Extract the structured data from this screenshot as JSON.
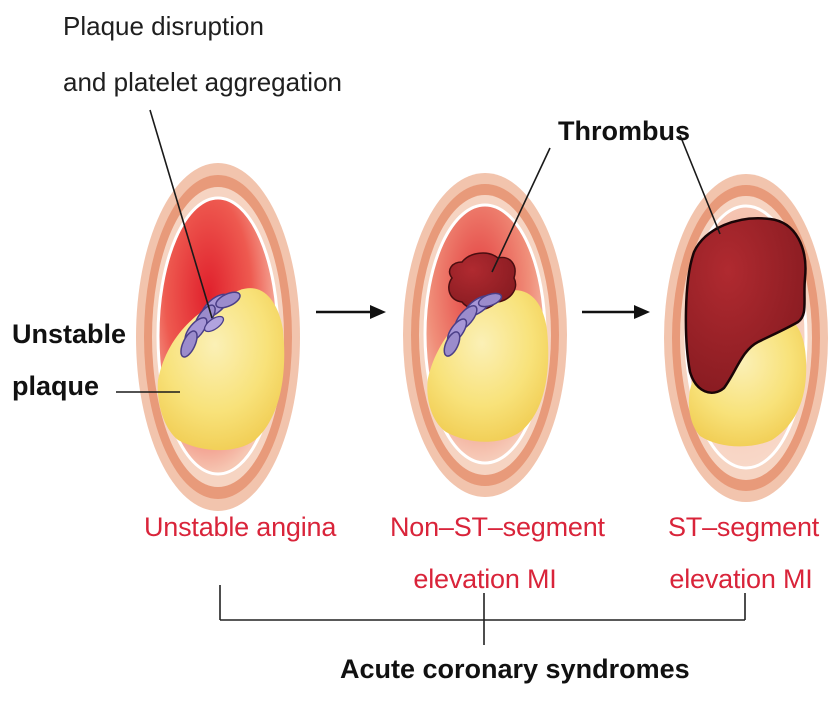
{
  "labels": {
    "plaque_disruption_line1": "Plaque disruption",
    "plaque_disruption_line2": "and platelet aggregation",
    "thrombus": "Thrombus",
    "unstable_plaque_line1": "Unstable",
    "unstable_plaque_line2": "plaque",
    "stage1_line1": "Unstable angina",
    "stage2_line1": "Non–ST–segment",
    "stage2_line2": "elevation MI",
    "stage3_line1": "ST–segment",
    "stage3_line2": "elevation MI",
    "group": "Acute coronary syndromes"
  },
  "colors": {
    "vessel_outer": "#efb79a",
    "vessel_ring": "#e49473",
    "lumen_red": "#e0303a",
    "plaque_yellow": "#f7e27e",
    "plaque_cream": "#fbf1c8",
    "platelet_purple": "#9b8ccc",
    "thrombus_red": "#9a1e24",
    "caption_red": "#d9243a",
    "text_dark": "#1f1f1f"
  }
}
